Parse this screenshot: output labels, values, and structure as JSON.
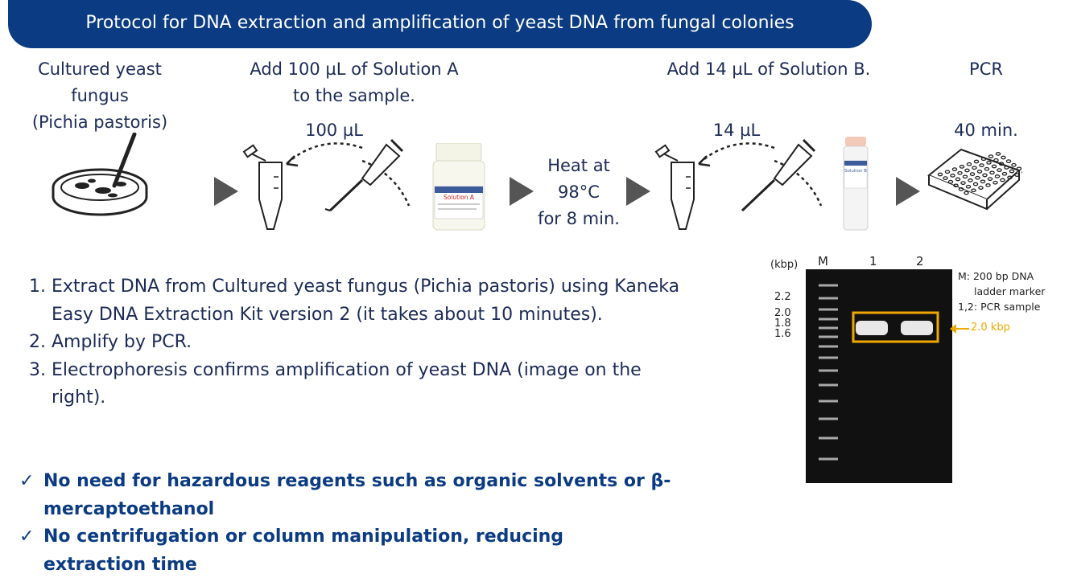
{
  "banner": {
    "title": "Protocol for DNA extraction and amplification of yeast DNA from fungal colonies"
  },
  "colors": {
    "banner": "#0b3b82",
    "text": "#1c2b57",
    "highlight": "#f0a800",
    "arrow": "#555555"
  },
  "steps": [
    {
      "label": "Cultured yeast\nfungus\n(Pichia pastoris)",
      "icon": "petri-dish-icon"
    },
    {
      "label": "Add 100 µL of Solution A\nto the sample.",
      "volume": "100 µL",
      "icon": "pipette-icon",
      "reagent": "Solution A"
    },
    {
      "label": "Heat at\n98°C\nfor 8 min."
    },
    {
      "label": "Add 14 µL of Solution B.",
      "volume": "14 µL",
      "icon": "pipette-icon",
      "reagent": "Solution B"
    },
    {
      "label": "PCR",
      "volume": "40 min.",
      "icon": "pcr-plate-icon"
    }
  ],
  "procedure": [
    {
      "num": "1.",
      "text": "Extract DNA from Cultured yeast fungus (Pichia pastoris) using Kaneka Easy DNA Extraction Kit version 2 (it takes about 10 minutes)."
    },
    {
      "num": "2.",
      "text": "Amplify by PCR."
    },
    {
      "num": "3.",
      "text": "Electrophoresis confirms amplification of yeast DNA (image on the right)."
    }
  ],
  "benefits": [
    {
      "mark": "✓",
      "text": "No need for hazardous reagents such as organic solvents or β-mercaptoethanol"
    },
    {
      "mark": "✓",
      "text": "No centrifugation or column manipulation, reducing extraction time"
    }
  ],
  "gel": {
    "unit": "(kbp)",
    "lanes": [
      "M",
      "1",
      "2"
    ],
    "markers": [
      "2.2",
      "2.0",
      "1.8",
      "1.6"
    ],
    "legend": [
      "M: 200 bp DNA",
      "ladder marker",
      "1,2: PCR sample"
    ],
    "band_label": "2.0 kbp"
  }
}
